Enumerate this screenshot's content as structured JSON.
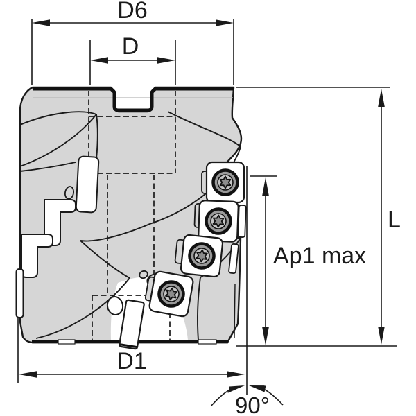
{
  "figure": {
    "kind": "technical-drawing",
    "colors": {
      "background": "#ffffff",
      "body_fill": "#d6d6d6",
      "line": "#1a1a1a",
      "insert_fill": "#ffffff",
      "screw_ring": "#9a9a9a",
      "screw_face": "#c4c4c4",
      "screw_star": "#8c8c8c"
    },
    "icons": [
      "torx-screw-icon"
    ],
    "insert_count_right_side": 4
  },
  "dimensions": {
    "d6": {
      "label": "D6"
    },
    "d": {
      "label": "D"
    },
    "l": {
      "label": "L"
    },
    "ap1": {
      "label": "Ap1 max"
    },
    "d1": {
      "label": "D1"
    },
    "angle": {
      "label": "90°"
    }
  }
}
